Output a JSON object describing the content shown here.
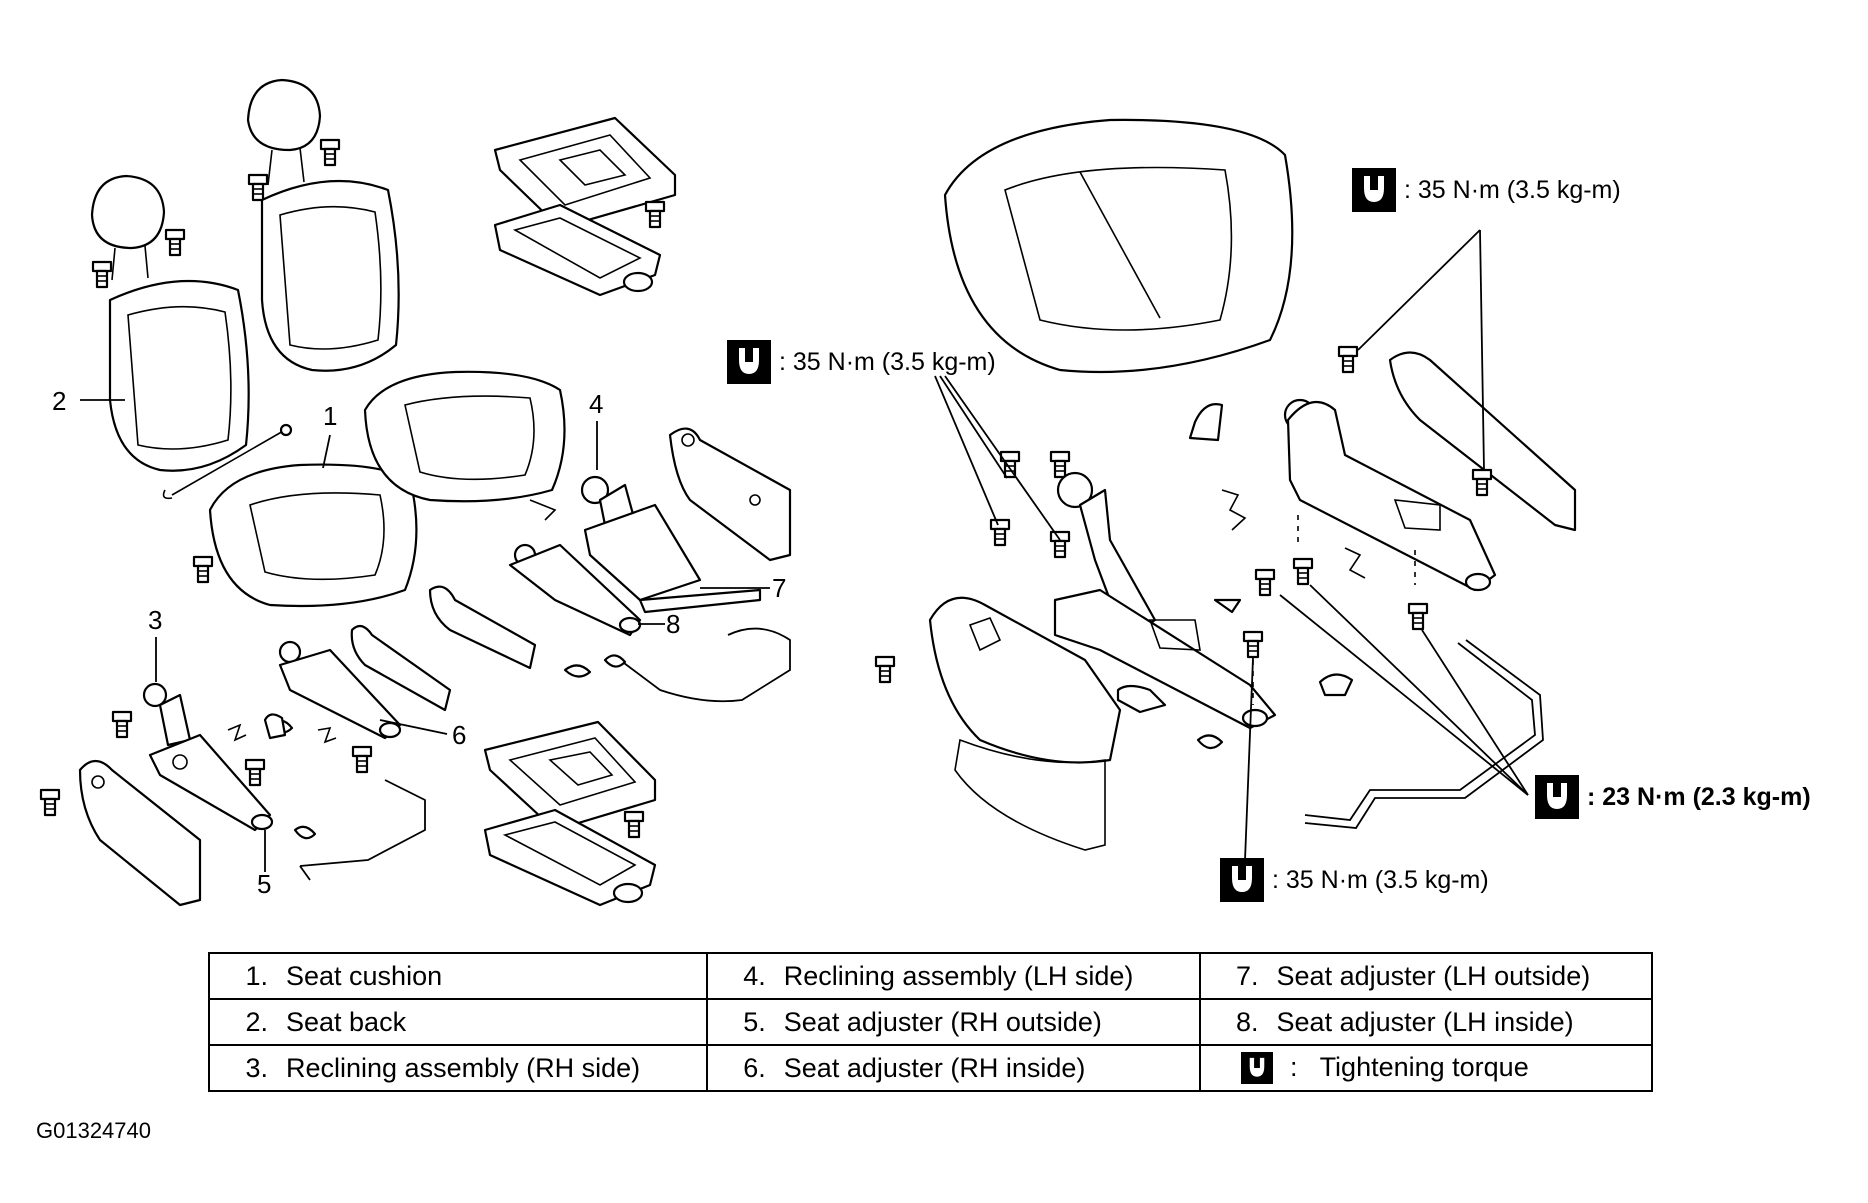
{
  "callouts": [
    "1",
    "2",
    "3",
    "4",
    "5",
    "6",
    "7",
    "8"
  ],
  "torque_labels": [
    ": 35 N·m (3.5 kg-m)",
    ": 35 N·m (3.5 kg-m)",
    ": 23 N·m (2.3 kg-m)",
    ": 35 N·m (3.5 kg-m)"
  ],
  "legend": {
    "rows": [
      [
        {
          "num": "1.",
          "text": "Seat cushion"
        },
        {
          "num": "4.",
          "text": "Reclining assembly (LH side)"
        },
        {
          "num": "7.",
          "text": "Seat adjuster (LH outside)"
        }
      ],
      [
        {
          "num": "2.",
          "text": "Seat back"
        },
        {
          "num": "5.",
          "text": "Seat adjuster (RH outside)"
        },
        {
          "num": "8.",
          "text": "Seat adjuster (LH inside)"
        }
      ],
      [
        {
          "num": "3.",
          "text": "Reclining assembly (RH side)"
        },
        {
          "num": "6.",
          "text": "Seat adjuster (RH inside)"
        },
        {
          "num": ":",
          "text": "Tightening torque",
          "icon": "torque-wrench-icon"
        }
      ]
    ]
  },
  "figure_id": "G01324740"
}
